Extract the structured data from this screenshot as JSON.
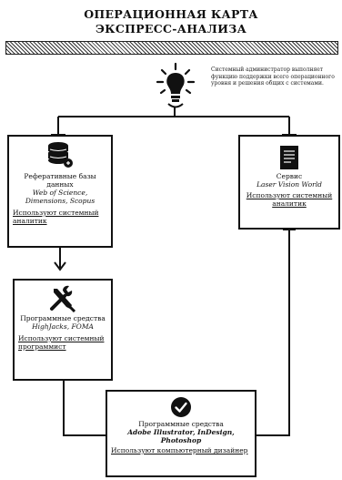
{
  "header": {
    "title_line1": "ОПЕРАЦИОННАЯ КАРТА",
    "title_line2": "ЭКСПРЕСС-АНАЛИЗА"
  },
  "note": {
    "text": "Системный администратор выполняет функцию поддержки всего операционного уровня и решения общих с системами."
  },
  "boxes": {
    "databases": {
      "title": "Реферативные базы данных",
      "subtitle": "Web of Science, Dimensions, Scopus",
      "role": "Используют системный аналитик"
    },
    "ocr": {
      "title": "Сервис",
      "subtitle": "Laser Vision World",
      "role": "Используют системный аналитик"
    },
    "software": {
      "title": "Программные средства",
      "subtitle": "HighJacks, FOMA",
      "role": "Используют системный программист"
    },
    "design": {
      "title": "Программные средства",
      "subtitle": "Adobe Illustrator, InDesign, Photoshop",
      "role": "Используют компьютерный дизайнер"
    }
  },
  "icons": {
    "lightbulb": "lightbulb-icon",
    "database": "database-icon",
    "document": "document-icon",
    "tools": "tools-icon",
    "check": "check-circle-icon"
  }
}
